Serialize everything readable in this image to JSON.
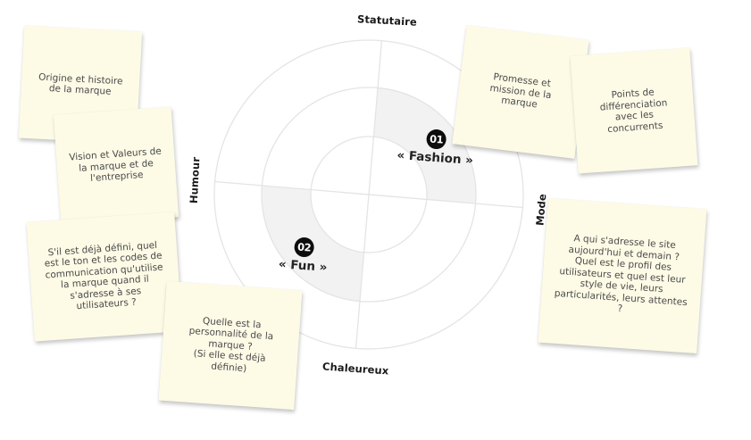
{
  "diagram": {
    "type": "positioning-wheel",
    "axes": {
      "top": "Statutaire",
      "bottom": "Chaleureux",
      "left": "Humour",
      "right": "Mode"
    },
    "segments": [
      {
        "badge": "01",
        "name": "« Fashion »",
        "quadrant": "top-right",
        "ring": "middle"
      },
      {
        "badge": "02",
        "name": "« Fun »",
        "quadrant": "bottom-left",
        "ring": "middle"
      }
    ],
    "colors": {
      "ring_stroke": "#e6e6e6",
      "segment_fill": "#f2f2f2",
      "badge_bg": "#0d0d0d",
      "note_bg": "#fdfbe6",
      "note_text": "#4a4a4a",
      "label_text": "#1a1a1a"
    }
  },
  "notes": {
    "origine": "Origine et histoire de la marque",
    "vision": "Vision et Valeurs de la marque et de l'entreprise",
    "ton": "S'il est déjà défini, quel est le ton et les codes de communication qu'utilise la marque quand il s'adresse à ses utilisateurs ?",
    "personnalite_line1": "Quelle est la personnalité de la marque ?",
    "personnalite_line2": "(Si elle est déjà définie)",
    "promesse": "Promesse et mission de la marque",
    "points": "Points de différenciation avec les concurrents",
    "cible": "A qui s'adresse le site aujourd'hui et demain ? Quel est le profil des utilisateurs et quel est leur style de vie, leurs particularités, leurs attentes ?"
  }
}
